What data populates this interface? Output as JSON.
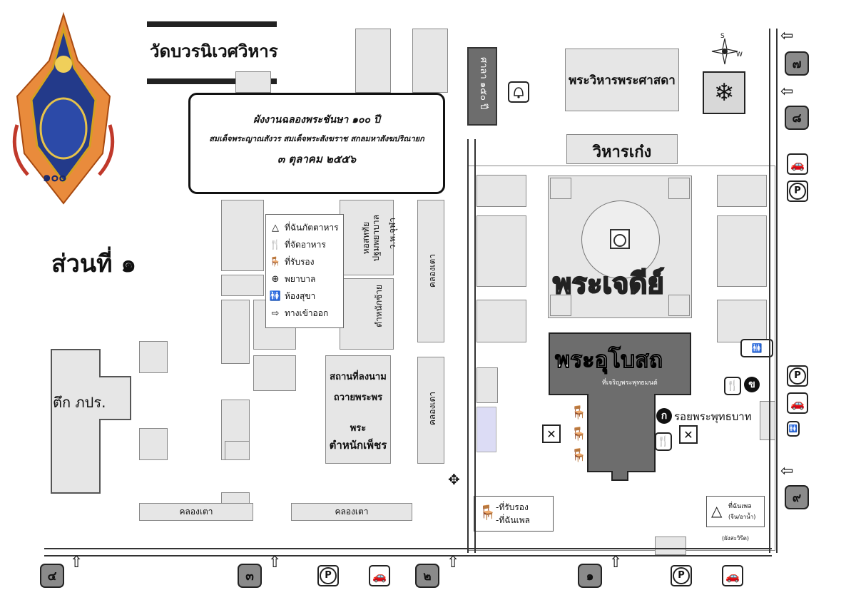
{
  "header": {
    "temple_name": "วัดบวรนิเวศวิหาร",
    "section_label": "ส่วนที่ ๑",
    "title_line1": "ผังงานฉลองพระชันษา ๑๐๐ ปี",
    "title_line2": "สมเด็จพระญาณสังวร สมเด็จพระสังฆราช สกลมหาสังฆปริณายก",
    "title_line3": "๓ ตุลาคม ๒๕๕๖",
    "emblem_number": "๑๐๐"
  },
  "legend": [
    {
      "icon": "triangle-icon",
      "label": "ที่ฉันภัตตาหาร"
    },
    {
      "icon": "food-icon",
      "label": "ที่จัดอาหาร"
    },
    {
      "icon": "chair-icon",
      "label": "ที่รับรอง"
    },
    {
      "icon": "first-aid-icon",
      "label": "พยาบาล"
    },
    {
      "icon": "restroom-icon",
      "label": "ห้องสุขา"
    },
    {
      "icon": "arrow-icon",
      "label": "ทางเข้าออก"
    }
  ],
  "buildings": {
    "vihara_phra_sasada": "พระวิหารพระศาสดา",
    "vihara_kaeng": "วิหารเก๋ง",
    "phra_chedi": "พระเจดีย์",
    "phra_ubosot": "พระอุโบสถ",
    "ubosot_sub": "ที่เจริญพระพุทธมนต์",
    "roi_phra_phutthabat": "รอยพระพุทธบาท",
    "tuek_phapor": "ตึก ภปร.",
    "sala_100": "ศาลา ๑๕๐ ปี",
    "signing_place_1": "สถานที่ลงนาม",
    "signing_place_2": "ถวายพระพร",
    "phra": "พระ",
    "tamnak_phet": "ตำหนักเพ็ชร",
    "hor_sahathai": "หอสหทัย",
    "pathom_phayaban": "ปฐมพยาบาล",
    "wor_por_jor": "ว.พ.จุฬา",
    "tamnak_chai": "ตำหนักซ้าย",
    "khlong_tao": "คลองเตา"
  },
  "small_legend": {
    "reception": "-ที่รับรอง",
    "seating": "-ที่ฉันเพล",
    "chan_phen": "ที่ฉันเพล",
    "chan_phen_sub": "(จีน/อาน้ำ)",
    "note": "(ผังสะวิรีต)"
  },
  "gates": {
    "g1": "๑",
    "g2": "๒",
    "g3": "๓",
    "g4": "๔",
    "g7": "๗",
    "g8": "๘",
    "g9": "๙",
    "ka": "ก",
    "kho": "ข"
  },
  "compass": {
    "n": "S",
    "e": "W"
  }
}
